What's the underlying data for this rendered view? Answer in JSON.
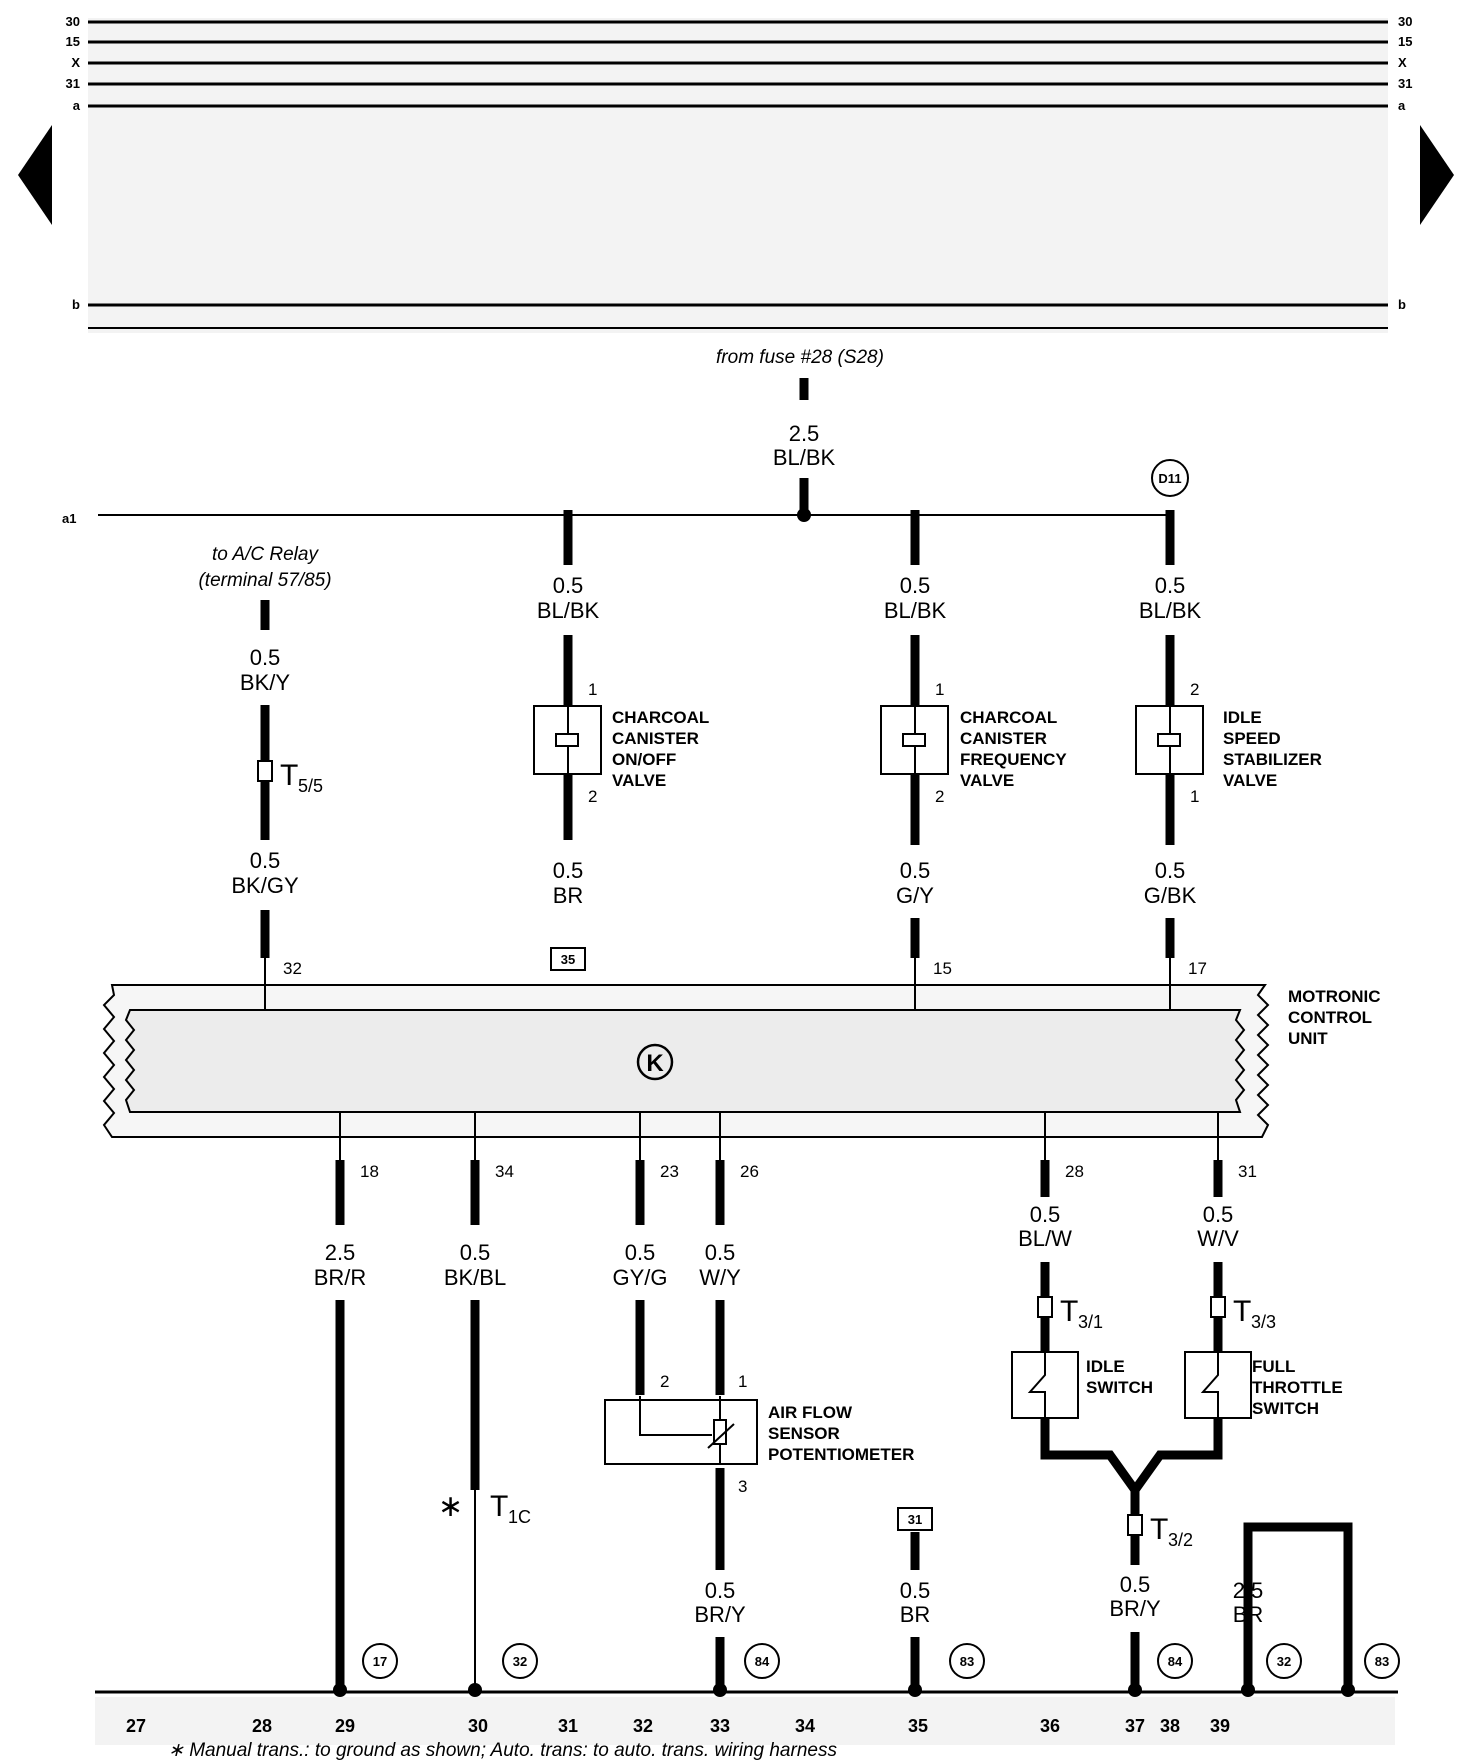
{
  "buses": {
    "left": [
      "30",
      "15",
      "X",
      "31",
      "a",
      "b"
    ],
    "right": [
      "30",
      "15",
      "X",
      "31",
      "a",
      "b"
    ]
  },
  "notes": {
    "from_fuse": "from fuse #28 (S28)",
    "ac_relay_1": "to A/C Relay",
    "ac_relay_2": "(terminal 57/85)",
    "footnote": "∗ Manual trans.:  to ground as shown; Auto. trans: to auto. trans. wiring harness",
    "asterisk": "∗"
  },
  "a1_label": "a1",
  "circle_refs": {
    "d11": "D11",
    "k": "K",
    "b17": "17",
    "b32a": "32",
    "b84a": "84",
    "b83a": "83",
    "b84b": "84",
    "b32b": "32",
    "b83b": "83"
  },
  "box_refs": {
    "b35": "35",
    "b31": "31"
  },
  "gauges": {
    "fuse_g": "2.5",
    "fuse_c": "BL/BK",
    "ac1_g": "0.5",
    "ac1_c": "BK/Y",
    "ac2_g": "0.5",
    "ac2_c": "BK/GY",
    "cc1a_g": "0.5",
    "cc1a_c": "BL/BK",
    "cc1b_g": "0.5",
    "cc1b_c": "BR",
    "cc2a_g": "0.5",
    "cc2a_c": "BL/BK",
    "cc2b_g": "0.5",
    "cc2b_c": "G/Y",
    "is1a_g": "0.5",
    "is1a_c": "BL/BK",
    "is1b_g": "0.5",
    "is1b_c": "G/BK",
    "w18_g": "2.5",
    "w18_c": "BR/R",
    "w34_g": "0.5",
    "w34_c": "BK/BL",
    "w23_g": "0.5",
    "w23_c": "GY/G",
    "w26_g": "0.5",
    "w26_c": "W/Y",
    "w28_g": "0.5",
    "w28_c": "BL/W",
    "w31_g": "0.5",
    "w31_c": "W/V",
    "afs_g": "0.5",
    "afs_c": "BR/Y",
    "g31_g": "0.5",
    "g31_c": "BR",
    "sw_g": "0.5",
    "sw_c": "BR/Y",
    "gr_g": "2.5",
    "gr_c": "BR"
  },
  "pins": {
    "cc1_top": "1",
    "cc1_bot": "2",
    "cc2_top": "1",
    "cc2_bot": "2",
    "is_top": "2",
    "is_bot": "1",
    "ecu_32": "32",
    "ecu_15": "15",
    "ecu_17": "17",
    "ecu_18": "18",
    "ecu_34": "34",
    "ecu_23": "23",
    "ecu_26": "26",
    "ecu_28": "28",
    "ecu_31": "31",
    "afs_2": "2",
    "afs_1": "1",
    "afs_3": "3"
  },
  "connectors": {
    "t55": "T",
    "t55_sub": "5/5",
    "t31": "T",
    "t31_sub": "3/1",
    "t33": "T",
    "t33_sub": "3/3",
    "t32": "T",
    "t32_sub": "3/2",
    "t1c": "T",
    "t1c_sub": "1C"
  },
  "components": {
    "charcoal_onoff": [
      "CHARCOAL",
      "CANISTER",
      "ON/OFF",
      "VALVE"
    ],
    "charcoal_freq": [
      "CHARCOAL",
      "CANISTER",
      "FREQUENCY",
      "VALVE"
    ],
    "idle_speed": [
      "IDLE",
      "SPEED",
      "STABILIZER",
      "VALVE"
    ],
    "motronic": [
      "MOTRONIC",
      "CONTROL",
      "UNIT"
    ],
    "air_flow": [
      "AIR FLOW",
      "SENSOR",
      "POTENTIOMETER"
    ],
    "idle_switch": [
      "IDLE",
      "SWITCH"
    ],
    "full_throttle": [
      "FULL",
      "THROTTLE",
      "SWITCH"
    ]
  },
  "columns": [
    "27",
    "28",
    "29",
    "30",
    "31",
    "32",
    "33",
    "34",
    "35",
    "36",
    "37",
    "38",
    "39"
  ]
}
